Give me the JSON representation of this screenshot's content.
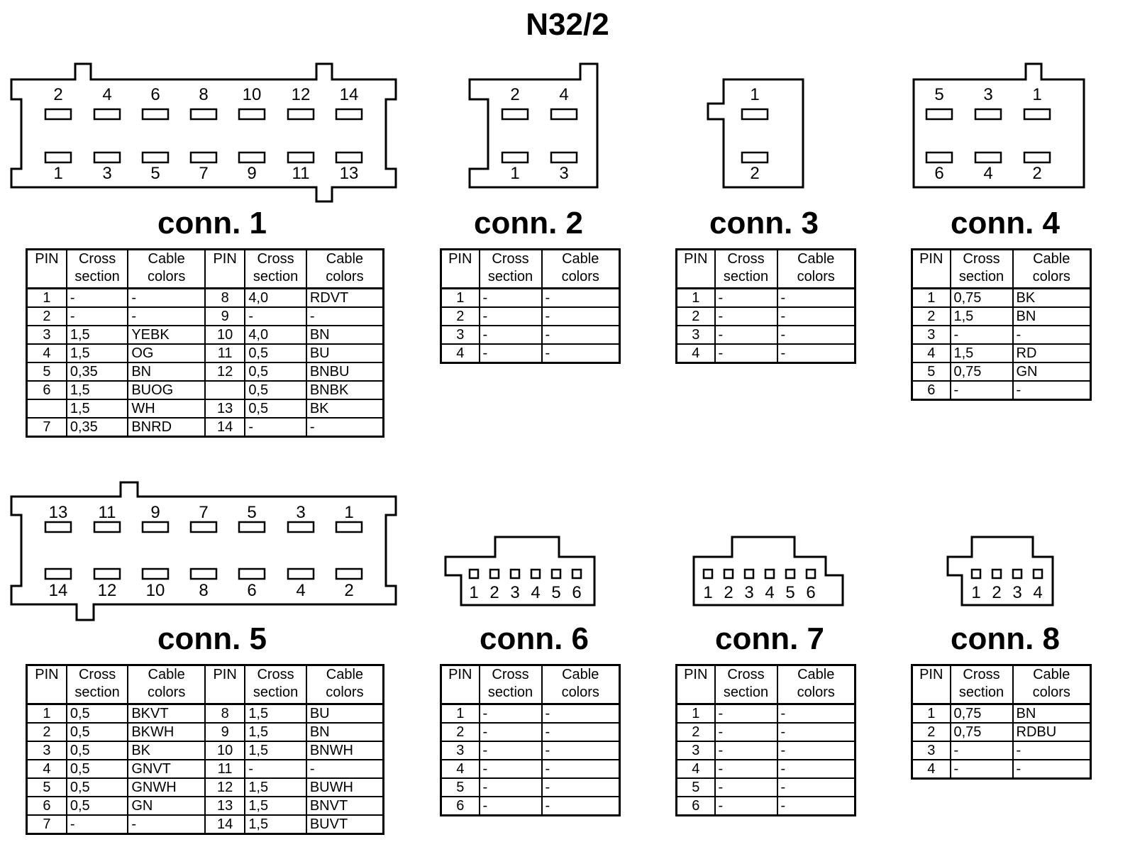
{
  "title": "N32/2",
  "headers": {
    "pin": "PIN",
    "cross": "Cross section",
    "colors": "Cable colors"
  },
  "connectors": [
    {
      "label": "conn. 1",
      "top_pins": [
        "2",
        "4",
        "6",
        "8",
        "10",
        "12",
        "14"
      ],
      "bottom_pins": [
        "1",
        "3",
        "5",
        "7",
        "9",
        "11",
        "13"
      ],
      "rows": [
        {
          "pin": "1",
          "cs": "-",
          "col": "-",
          "pin2": "8",
          "cs2": "4,0",
          "col2": "RDVT"
        },
        {
          "pin": "2",
          "cs": "-",
          "col": "-",
          "pin2": "9",
          "cs2": "-",
          "col2": "-"
        },
        {
          "pin": "3",
          "cs": "1,5",
          "col": "YEBK",
          "pin2": "10",
          "cs2": "4,0",
          "col2": "BN"
        },
        {
          "pin": "4",
          "cs": "1,5",
          "col": "OG",
          "pin2": "11",
          "cs2": "0,5",
          "col2": "BU"
        },
        {
          "pin": "5",
          "cs": "0,35",
          "col": "BN",
          "pin2": "12",
          "cs2": "0,5",
          "col2": "BNBU"
        },
        {
          "pin": "6",
          "cs": "1,5",
          "col": "BUOG",
          "pin2": "",
          "cs2": "0,5",
          "col2": "BNBK"
        },
        {
          "pin": "",
          "cs": "1,5",
          "col": "WH",
          "pin2": "13",
          "cs2": "0,5",
          "col2": "BK"
        },
        {
          "pin": "7",
          "cs": "0,35",
          "col": "BNRD",
          "pin2": "14",
          "cs2": "-",
          "col2": "-"
        }
      ]
    },
    {
      "label": "conn. 2",
      "top_pins": [
        "2",
        "4"
      ],
      "bottom_pins": [
        "1",
        "3"
      ],
      "rows": [
        {
          "pin": "1",
          "cs": "-",
          "col": "-"
        },
        {
          "pin": "2",
          "cs": "-",
          "col": "-"
        },
        {
          "pin": "3",
          "cs": "-",
          "col": "-"
        },
        {
          "pin": "4",
          "cs": "-",
          "col": "-"
        }
      ]
    },
    {
      "label": "conn. 3",
      "top_pins": [
        "1"
      ],
      "bottom_pins": [
        "2"
      ],
      "rows": [
        {
          "pin": "1",
          "cs": "-",
          "col": "-"
        },
        {
          "pin": "2",
          "cs": "-",
          "col": "-"
        },
        {
          "pin": "3",
          "cs": "-",
          "col": "-"
        },
        {
          "pin": "4",
          "cs": "-",
          "col": "-"
        }
      ]
    },
    {
      "label": "conn. 4",
      "top_pins": [
        "5",
        "3",
        "1"
      ],
      "bottom_pins": [
        "6",
        "4",
        "2"
      ],
      "rows": [
        {
          "pin": "1",
          "cs": "0,75",
          "col": "BK"
        },
        {
          "pin": "2",
          "cs": "1,5",
          "col": "BN"
        },
        {
          "pin": "3",
          "cs": "-",
          "col": "-"
        },
        {
          "pin": "4",
          "cs": "1,5",
          "col": "RD"
        },
        {
          "pin": "5",
          "cs": "0,75",
          "col": "GN"
        },
        {
          "pin": "6",
          "cs": "-",
          "col": "-"
        }
      ]
    },
    {
      "label": "conn. 5",
      "top_pins": [
        "13",
        "11",
        "9",
        "7",
        "5",
        "3",
        "1"
      ],
      "bottom_pins": [
        "14",
        "12",
        "10",
        "8",
        "6",
        "4",
        "2"
      ],
      "rows": [
        {
          "pin": "1",
          "cs": "0,5",
          "col": "BKVT",
          "pin2": "8",
          "cs2": "1,5",
          "col2": "BU"
        },
        {
          "pin": "2",
          "cs": "0,5",
          "col": "BKWH",
          "pin2": "9",
          "cs2": "1,5",
          "col2": "BN"
        },
        {
          "pin": "3",
          "cs": "0,5",
          "col": "BK",
          "pin2": "10",
          "cs2": "1,5",
          "col2": "BNWH"
        },
        {
          "pin": "4",
          "cs": "0,5",
          "col": "GNVT",
          "pin2": "11",
          "cs2": "-",
          "col2": "-"
        },
        {
          "pin": "5",
          "cs": "0,5",
          "col": "GNWH",
          "pin2": "12",
          "cs2": "1,5",
          "col2": "BUWH"
        },
        {
          "pin": "6",
          "cs": "0,5",
          "col": "GN",
          "pin2": "13",
          "cs2": "1,5",
          "col2": "BNVT"
        },
        {
          "pin": "7",
          "cs": "-",
          "col": "-",
          "pin2": "14",
          "cs2": "1,5",
          "col2": "BUVT"
        }
      ]
    },
    {
      "label": "conn. 6",
      "pins": [
        "1",
        "2",
        "3",
        "4",
        "5",
        "6"
      ],
      "rows": [
        {
          "pin": "1",
          "cs": "-",
          "col": "-"
        },
        {
          "pin": "2",
          "cs": "-",
          "col": "-"
        },
        {
          "pin": "3",
          "cs": "-",
          "col": "-"
        },
        {
          "pin": "4",
          "cs": "-",
          "col": "-"
        },
        {
          "pin": "5",
          "cs": "-",
          "col": "-"
        },
        {
          "pin": "6",
          "cs": "-",
          "col": "-"
        }
      ]
    },
    {
      "label": "conn. 7",
      "pins": [
        "1",
        "2",
        "3",
        "4",
        "5",
        "6"
      ],
      "rows": [
        {
          "pin": "1",
          "cs": "-",
          "col": "-"
        },
        {
          "pin": "2",
          "cs": "-",
          "col": "-"
        },
        {
          "pin": "3",
          "cs": "-",
          "col": "-"
        },
        {
          "pin": "4",
          "cs": "-",
          "col": "-"
        },
        {
          "pin": "5",
          "cs": "-",
          "col": "-"
        },
        {
          "pin": "6",
          "cs": "-",
          "col": "-"
        }
      ]
    },
    {
      "label": "conn. 8",
      "pins": [
        "1",
        "2",
        "3",
        "4"
      ],
      "rows": [
        {
          "pin": "1",
          "cs": "0,75",
          "col": "BN"
        },
        {
          "pin": "2",
          "cs": "0,75",
          "col": "RDBU"
        },
        {
          "pin": "3",
          "cs": "-",
          "col": "-"
        },
        {
          "pin": "4",
          "cs": "-",
          "col": "-"
        }
      ]
    }
  ]
}
